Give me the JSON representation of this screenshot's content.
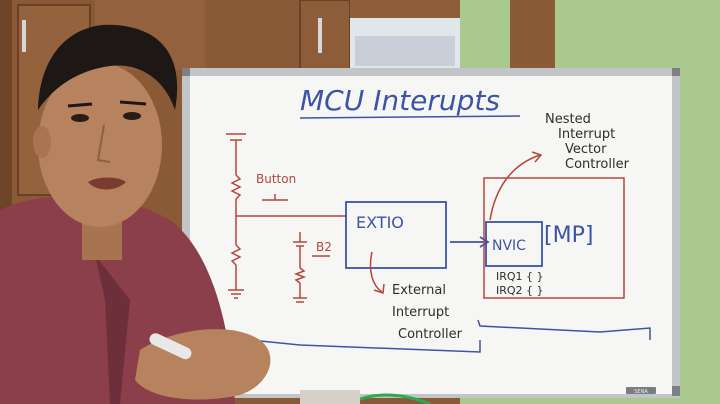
{
  "whiteboard": {
    "title": "MCU Interupts",
    "button_label": "Button",
    "b2_label": "B2",
    "extio_label": "EXTIO",
    "nvic_label": "NVIC",
    "mp_label": "[MP]",
    "irq1_label": "IRQ1 { }",
    "irq2_label": "IRQ2 { }",
    "nested_line1": "Nested",
    "nested_line2": "Interrupt",
    "nested_line3": "Vector",
    "nested_line4": "Controller",
    "external_line1": "External",
    "external_line2": "Interrupt",
    "external_line3": "Controller",
    "brand_tag": "SENA"
  },
  "colors": {
    "wall": "#a9c98f",
    "cabinet": "#8a5a37",
    "board": "#f6f7f4",
    "frame": "#b9bcc0",
    "marker_blue": "#3d53a6",
    "marker_red": "#b5463c",
    "marker_black": "#2a2a2a",
    "shirt": "#8a3f4a",
    "skin": "#b7825e",
    "hair": "#1d1815"
  }
}
